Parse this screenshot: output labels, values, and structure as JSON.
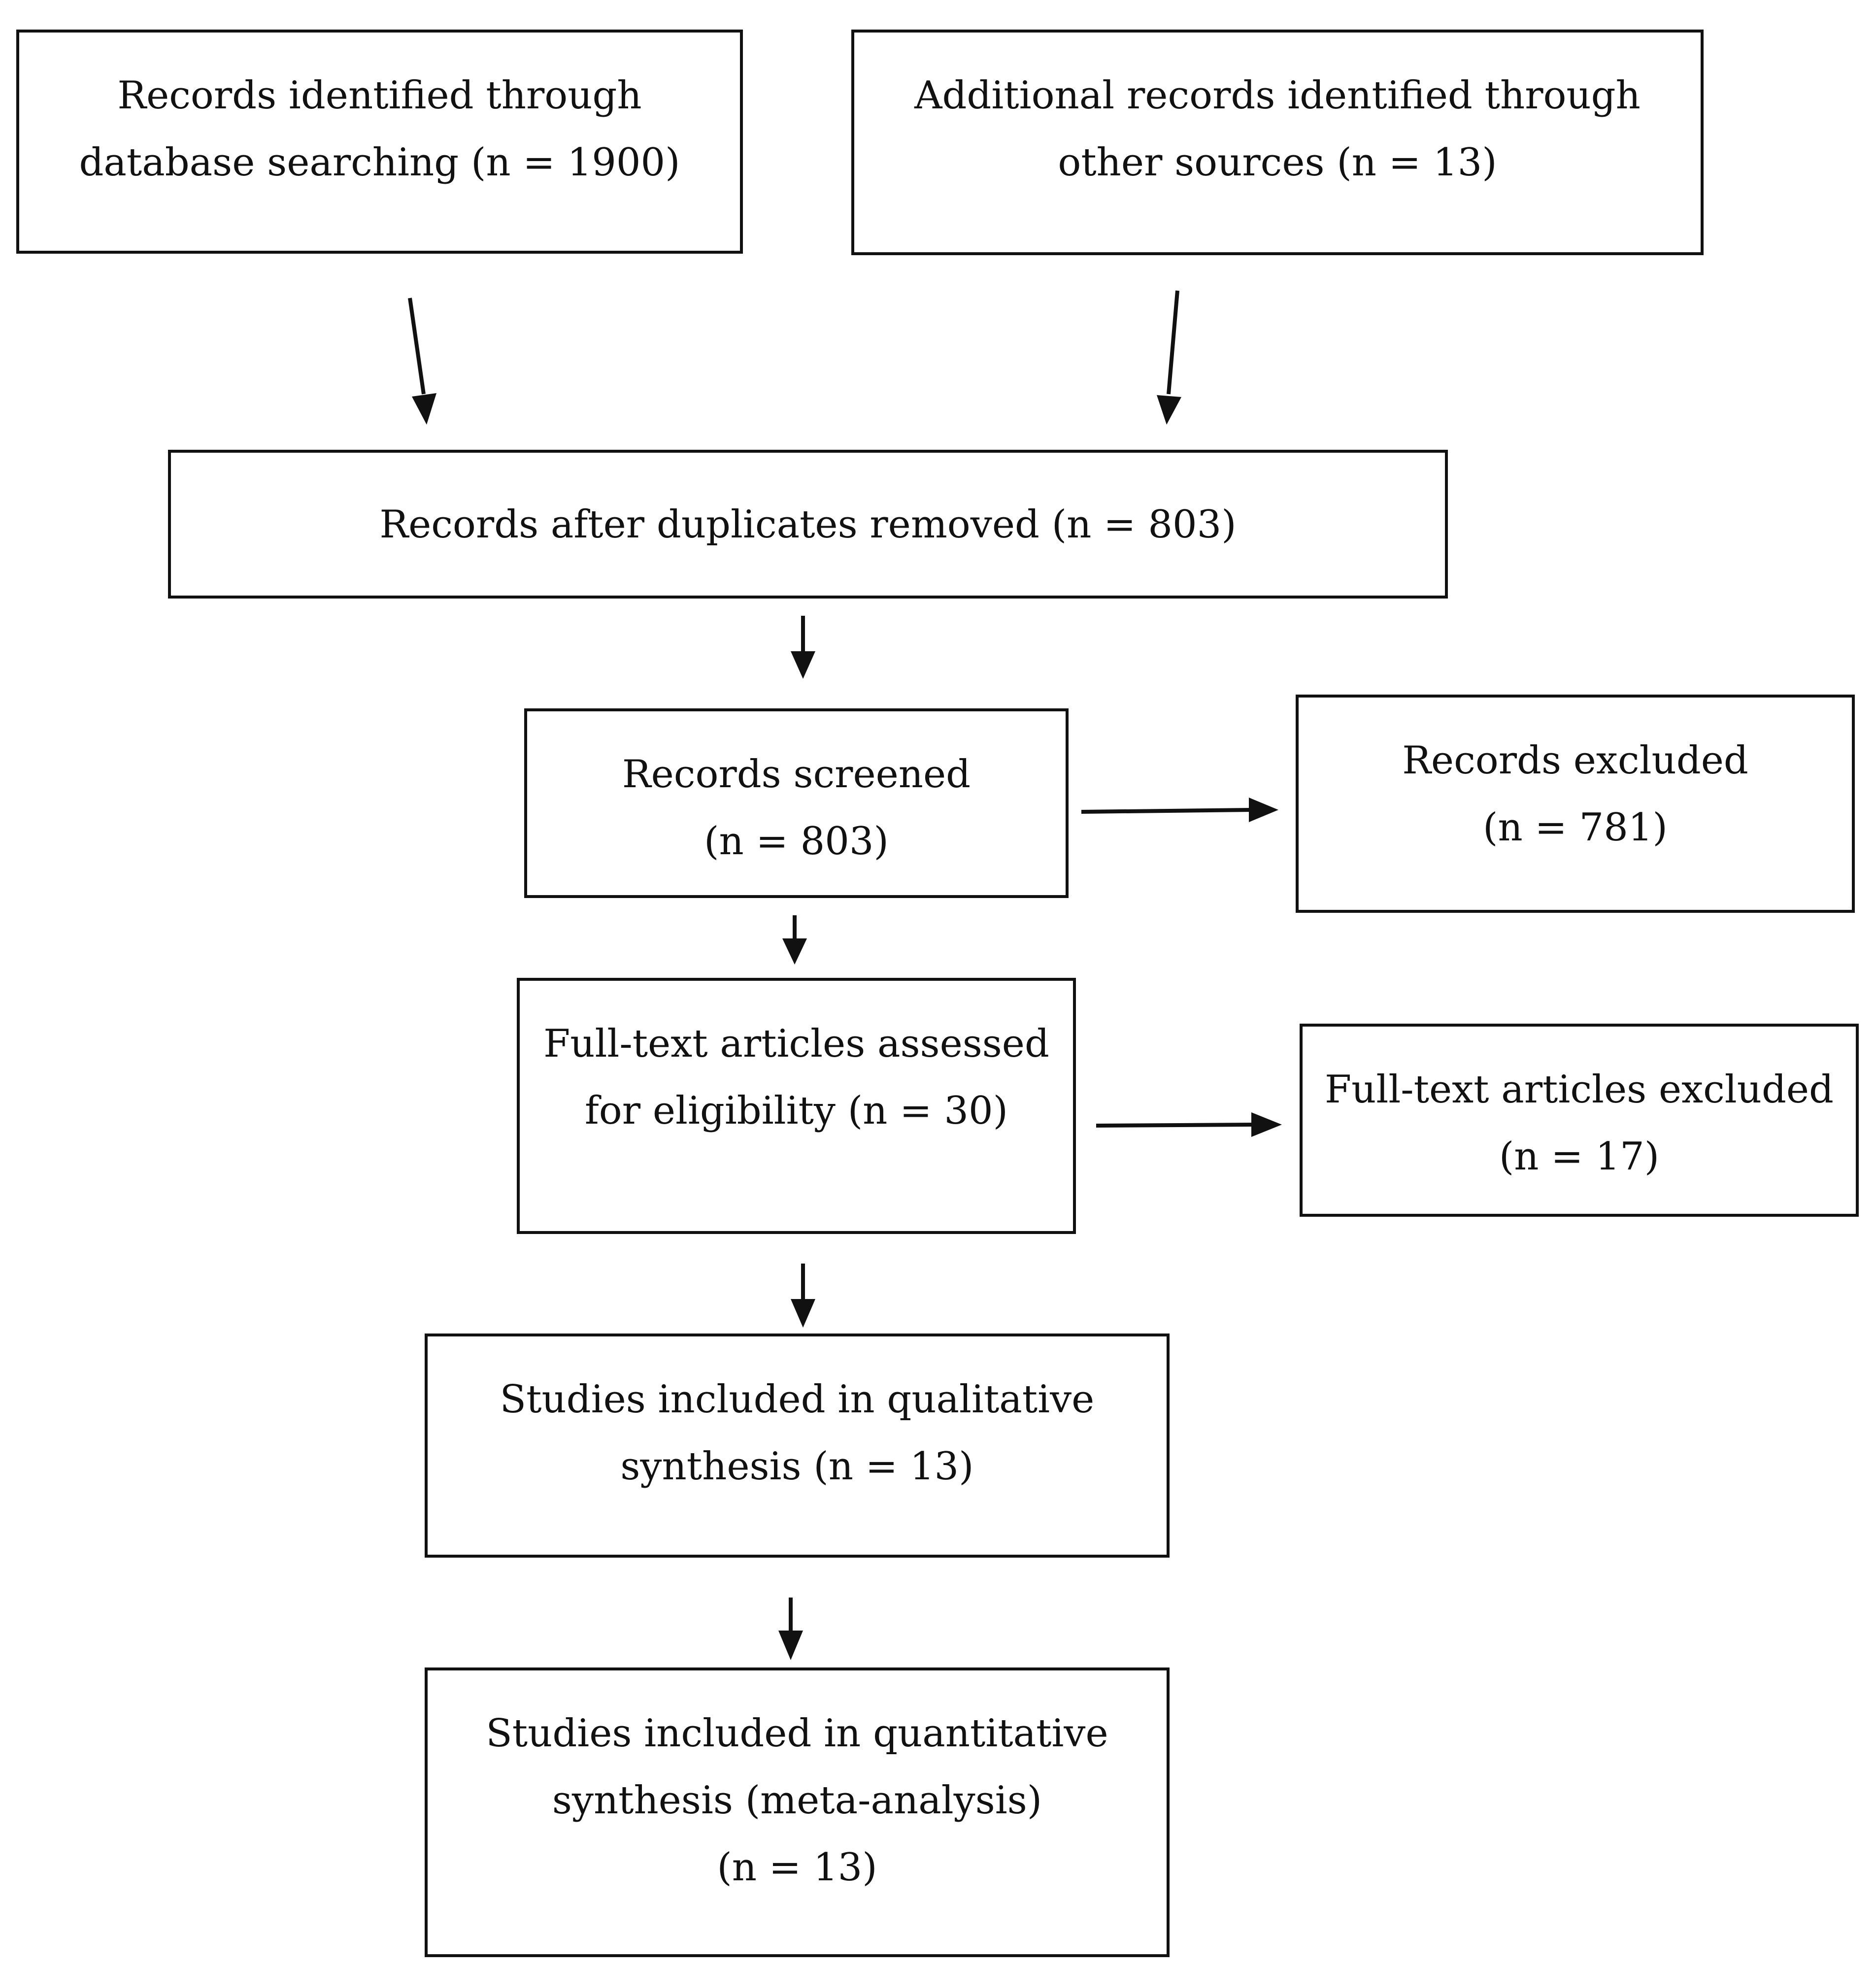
{
  "nodes": {
    "identified_db": {
      "lines": [
        "Records identified through",
        "database searching (n = 1900)"
      ]
    },
    "identified_other": {
      "lines": [
        "Additional records identified through",
        "other sources (n = 13)"
      ]
    },
    "after_duplicates": {
      "lines": [
        "Records after duplicates removed (n = 803)"
      ]
    },
    "screened": {
      "lines": [
        "Records screened",
        "(n = 803)"
      ]
    },
    "excluded": {
      "lines": [
        "Records excluded",
        "(n = 781)"
      ]
    },
    "fulltext_assessed": {
      "lines": [
        "Full-text articles assessed",
        "for eligibility (n = 30)"
      ]
    },
    "fulltext_excluded": {
      "lines": [
        "Full-text articles excluded",
        "(n = 17)"
      ]
    },
    "qualitative": {
      "lines": [
        "Studies included in qualitative",
        "synthesis (n = 13)"
      ]
    },
    "quantitative": {
      "lines": [
        "Studies included in quantitative",
        "synthesis (meta-analysis)",
        "(n = 13)"
      ]
    }
  },
  "edges": [
    {
      "from": "identified_db",
      "to": "after_duplicates"
    },
    {
      "from": "identified_other",
      "to": "after_duplicates"
    },
    {
      "from": "after_duplicates",
      "to": "screened"
    },
    {
      "from": "screened",
      "to": "excluded"
    },
    {
      "from": "screened",
      "to": "fulltext_assessed"
    },
    {
      "from": "fulltext_assessed",
      "to": "fulltext_excluded"
    },
    {
      "from": "fulltext_assessed",
      "to": "qualitative"
    },
    {
      "from": "qualitative",
      "to": "quantitative"
    }
  ]
}
